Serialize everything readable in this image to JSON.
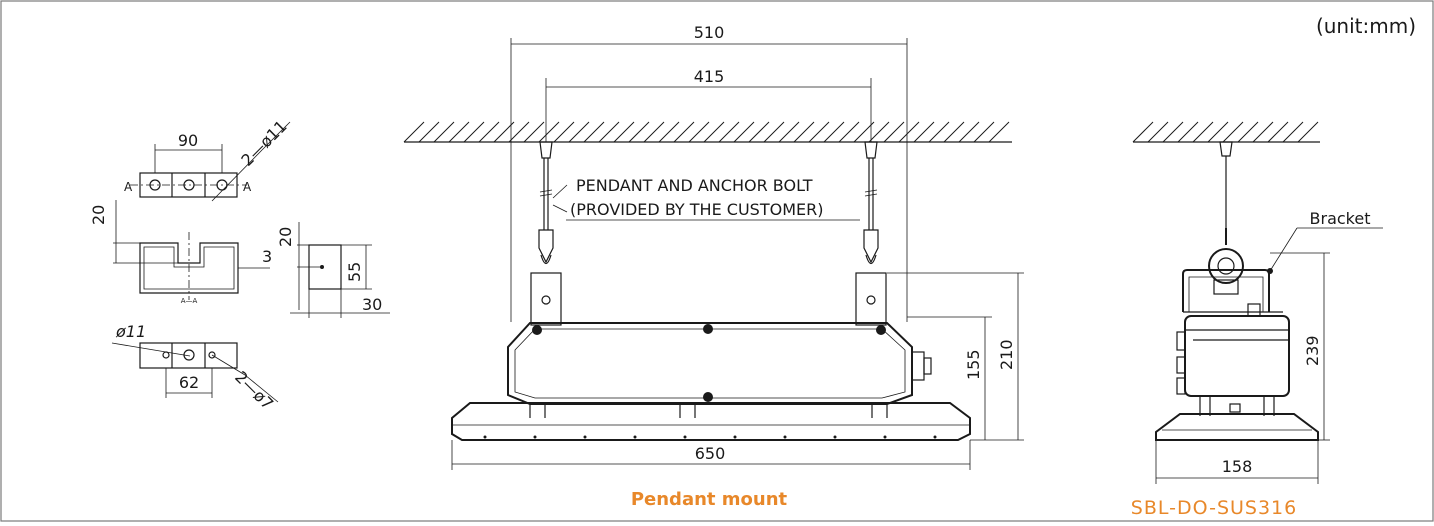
{
  "unit_label": "(unit:mm)",
  "captions": {
    "mount": "Pendant mount",
    "model": "SBL-DO-SUS316"
  },
  "colors": {
    "accent": "#E8882A",
    "line": "#1a1a1a",
    "border": "#7a7a7a"
  },
  "front_view": {
    "dim_overall_width": "510",
    "dim_pendant_spacing": "415",
    "dim_base_width": "650",
    "dim_height_body": "155",
    "dim_height_total": "210",
    "note_line1": "PENDANT AND ANCHOR BOLT",
    "note_line2": "(PROVIDED BY THE CUSTOMER)"
  },
  "side_view": {
    "label_bracket": "Bracket",
    "dim_height": "239",
    "dim_base": "158"
  },
  "bracket_detail": {
    "dim_top_width": "90",
    "dim_hole_top": "2—ø11",
    "dim_height_20": "20",
    "dim_thickness": "3",
    "dim_side_20": "20",
    "dim_side_55": "55",
    "dim_side_30": "30",
    "dim_hole_center": "ø11",
    "dim_bottom_width": "62",
    "dim_hole_bottom": "2—ø7",
    "section_a_left": "A",
    "section_a_right": "A",
    "section_label": "A—A"
  }
}
